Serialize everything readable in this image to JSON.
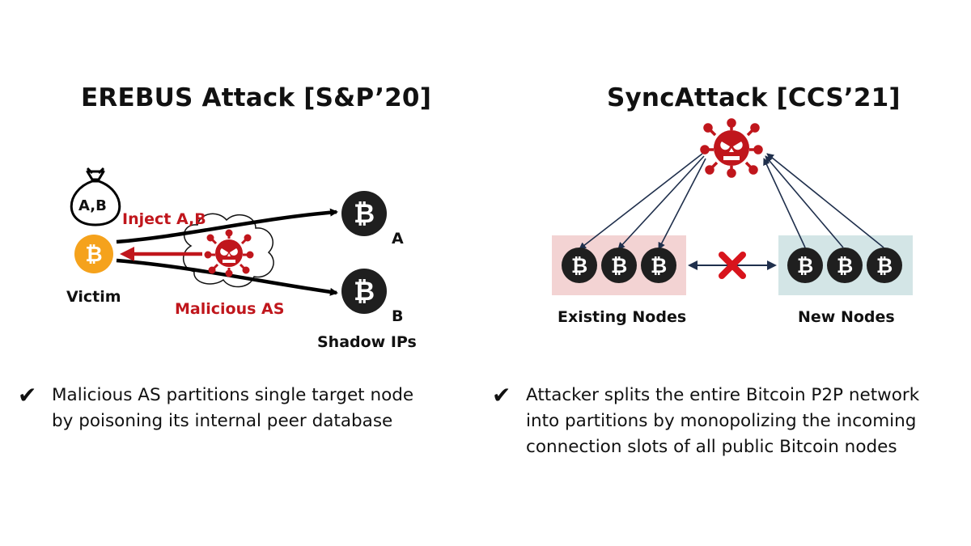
{
  "erebus": {
    "title": "EREBUS Attack [S&P’20]",
    "bag_label": "A,B",
    "inject_label": "Inject A,B",
    "victim_label": "Victim",
    "malicious_as_label": "Malicious AS",
    "node_a_label": "A",
    "node_b_label": "B",
    "shadow_ips_label": "Shadow IPs",
    "bullet_lines": [
      "Malicious AS partitions single target node",
      "by poisoning its internal peer database"
    ]
  },
  "sync": {
    "title": "SyncAttack [CCS’21]",
    "existing_label": "Existing Nodes",
    "new_label": "New Nodes",
    "bullet_lines": [
      "Attacker splits the entire Bitcoin P2P network",
      "into partitions by monopolizing the incoming",
      "connection slots of all public Bitcoin nodes"
    ]
  },
  "check_mark": "✔",
  "icons": {
    "bitcoin": "bitcoin-icon",
    "attacker": "skull-virus-icon",
    "money_bag": "money-bag-icon",
    "blocked": "x-mark-icon"
  },
  "colors": {
    "accent_red": "#c0161c",
    "bitcoin_orange": "#f5a21c",
    "node_dark": "#222222",
    "existing_box": "#f3d3d3",
    "new_box": "#d3e5e6",
    "arrow_navy": "#1f2f4c"
  }
}
